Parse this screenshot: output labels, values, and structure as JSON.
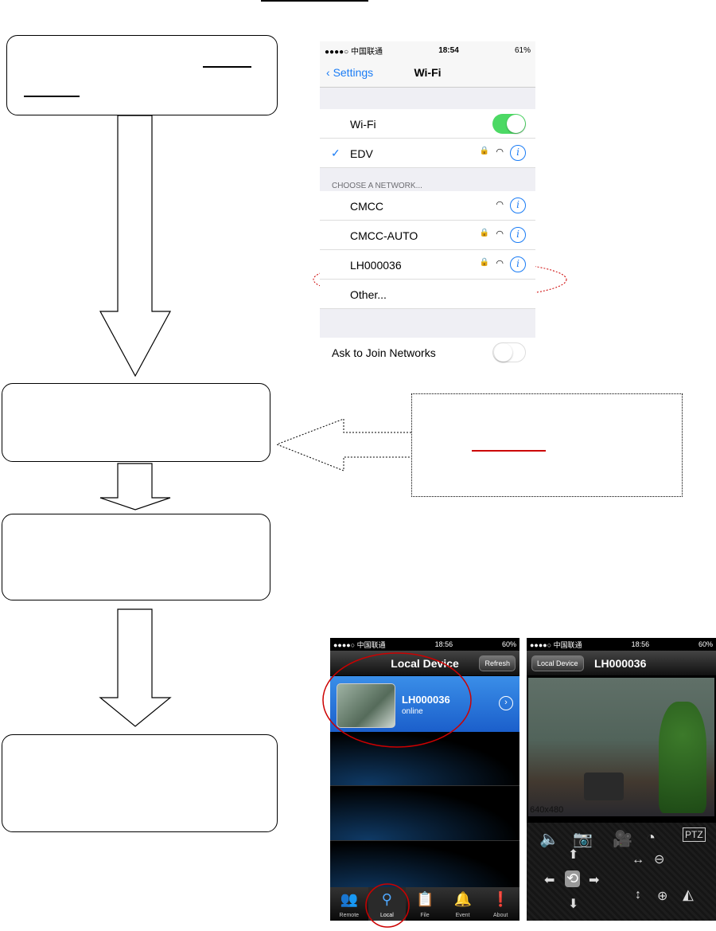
{
  "wifi": {
    "carrier": "●●●●○ 中国联通",
    "time": "18:54",
    "battery": "61%",
    "back_label": "Settings",
    "title": "Wi-Fi",
    "wifi_label": "Wi-Fi",
    "connected": "EDV",
    "section_header": "CHOOSE A NETWORK...",
    "networks": [
      "CMCC",
      "CMCC-AUTO",
      "LH000036"
    ],
    "other": "Other...",
    "ask_label": "Ask to Join Networks"
  },
  "local": {
    "carrier": "●●●●○ 中国联通",
    "time": "18:56",
    "battery": "60%",
    "title": "Local Device",
    "refresh": "Refresh",
    "device_name": "LH000036",
    "device_status": "online",
    "tabs": [
      "Remote",
      "Local",
      "File",
      "Event",
      "About"
    ]
  },
  "live": {
    "carrier": "●●●●○ 中国联通",
    "time": "18:56",
    "battery": "60%",
    "back_label": "Local Device",
    "title": "LH000036",
    "resolution": "640x480"
  },
  "colors": {
    "ios_blue": "#1a7cf5",
    "toggle_green": "#4cd964",
    "highlight_red": "#cc0000"
  }
}
